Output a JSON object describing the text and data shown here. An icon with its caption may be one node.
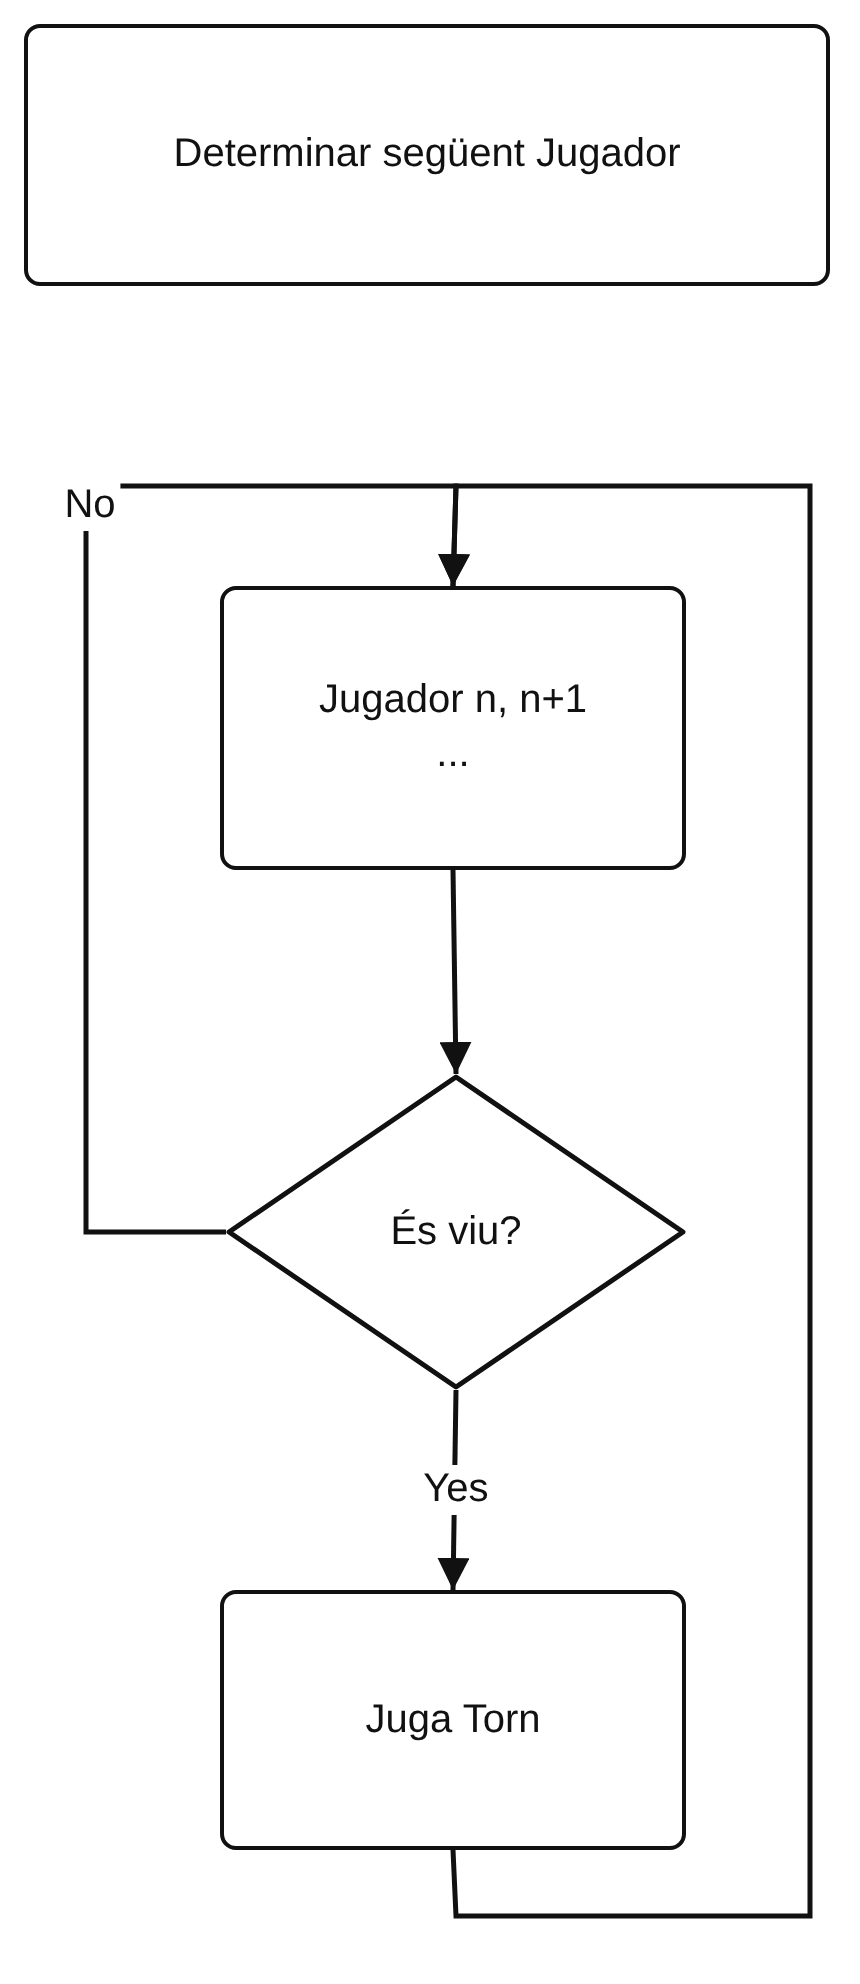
{
  "diagram": {
    "nodes": [
      {
        "text": [
          "Determinar següent Jugador"
        ]
      },
      {
        "text": [
          "Jugador n, n+1 ..."
        ]
      },
      {
        "text": [
          "És viu?"
        ]
      },
      {
        "text": [
          "Juga Torn"
        ]
      }
    ],
    "edges": [
      {
        "from": 2,
        "to": 1,
        "arrow": "to",
        "label": "No"
      },
      {
        "from": 1,
        "to": 2,
        "arrow": "to"
      },
      {
        "from": 2,
        "to": 3,
        "arrow": "to",
        "label": "Yes"
      },
      {
        "from": 3,
        "to": 1,
        "arrow": "to"
      }
    ]
  }
}
